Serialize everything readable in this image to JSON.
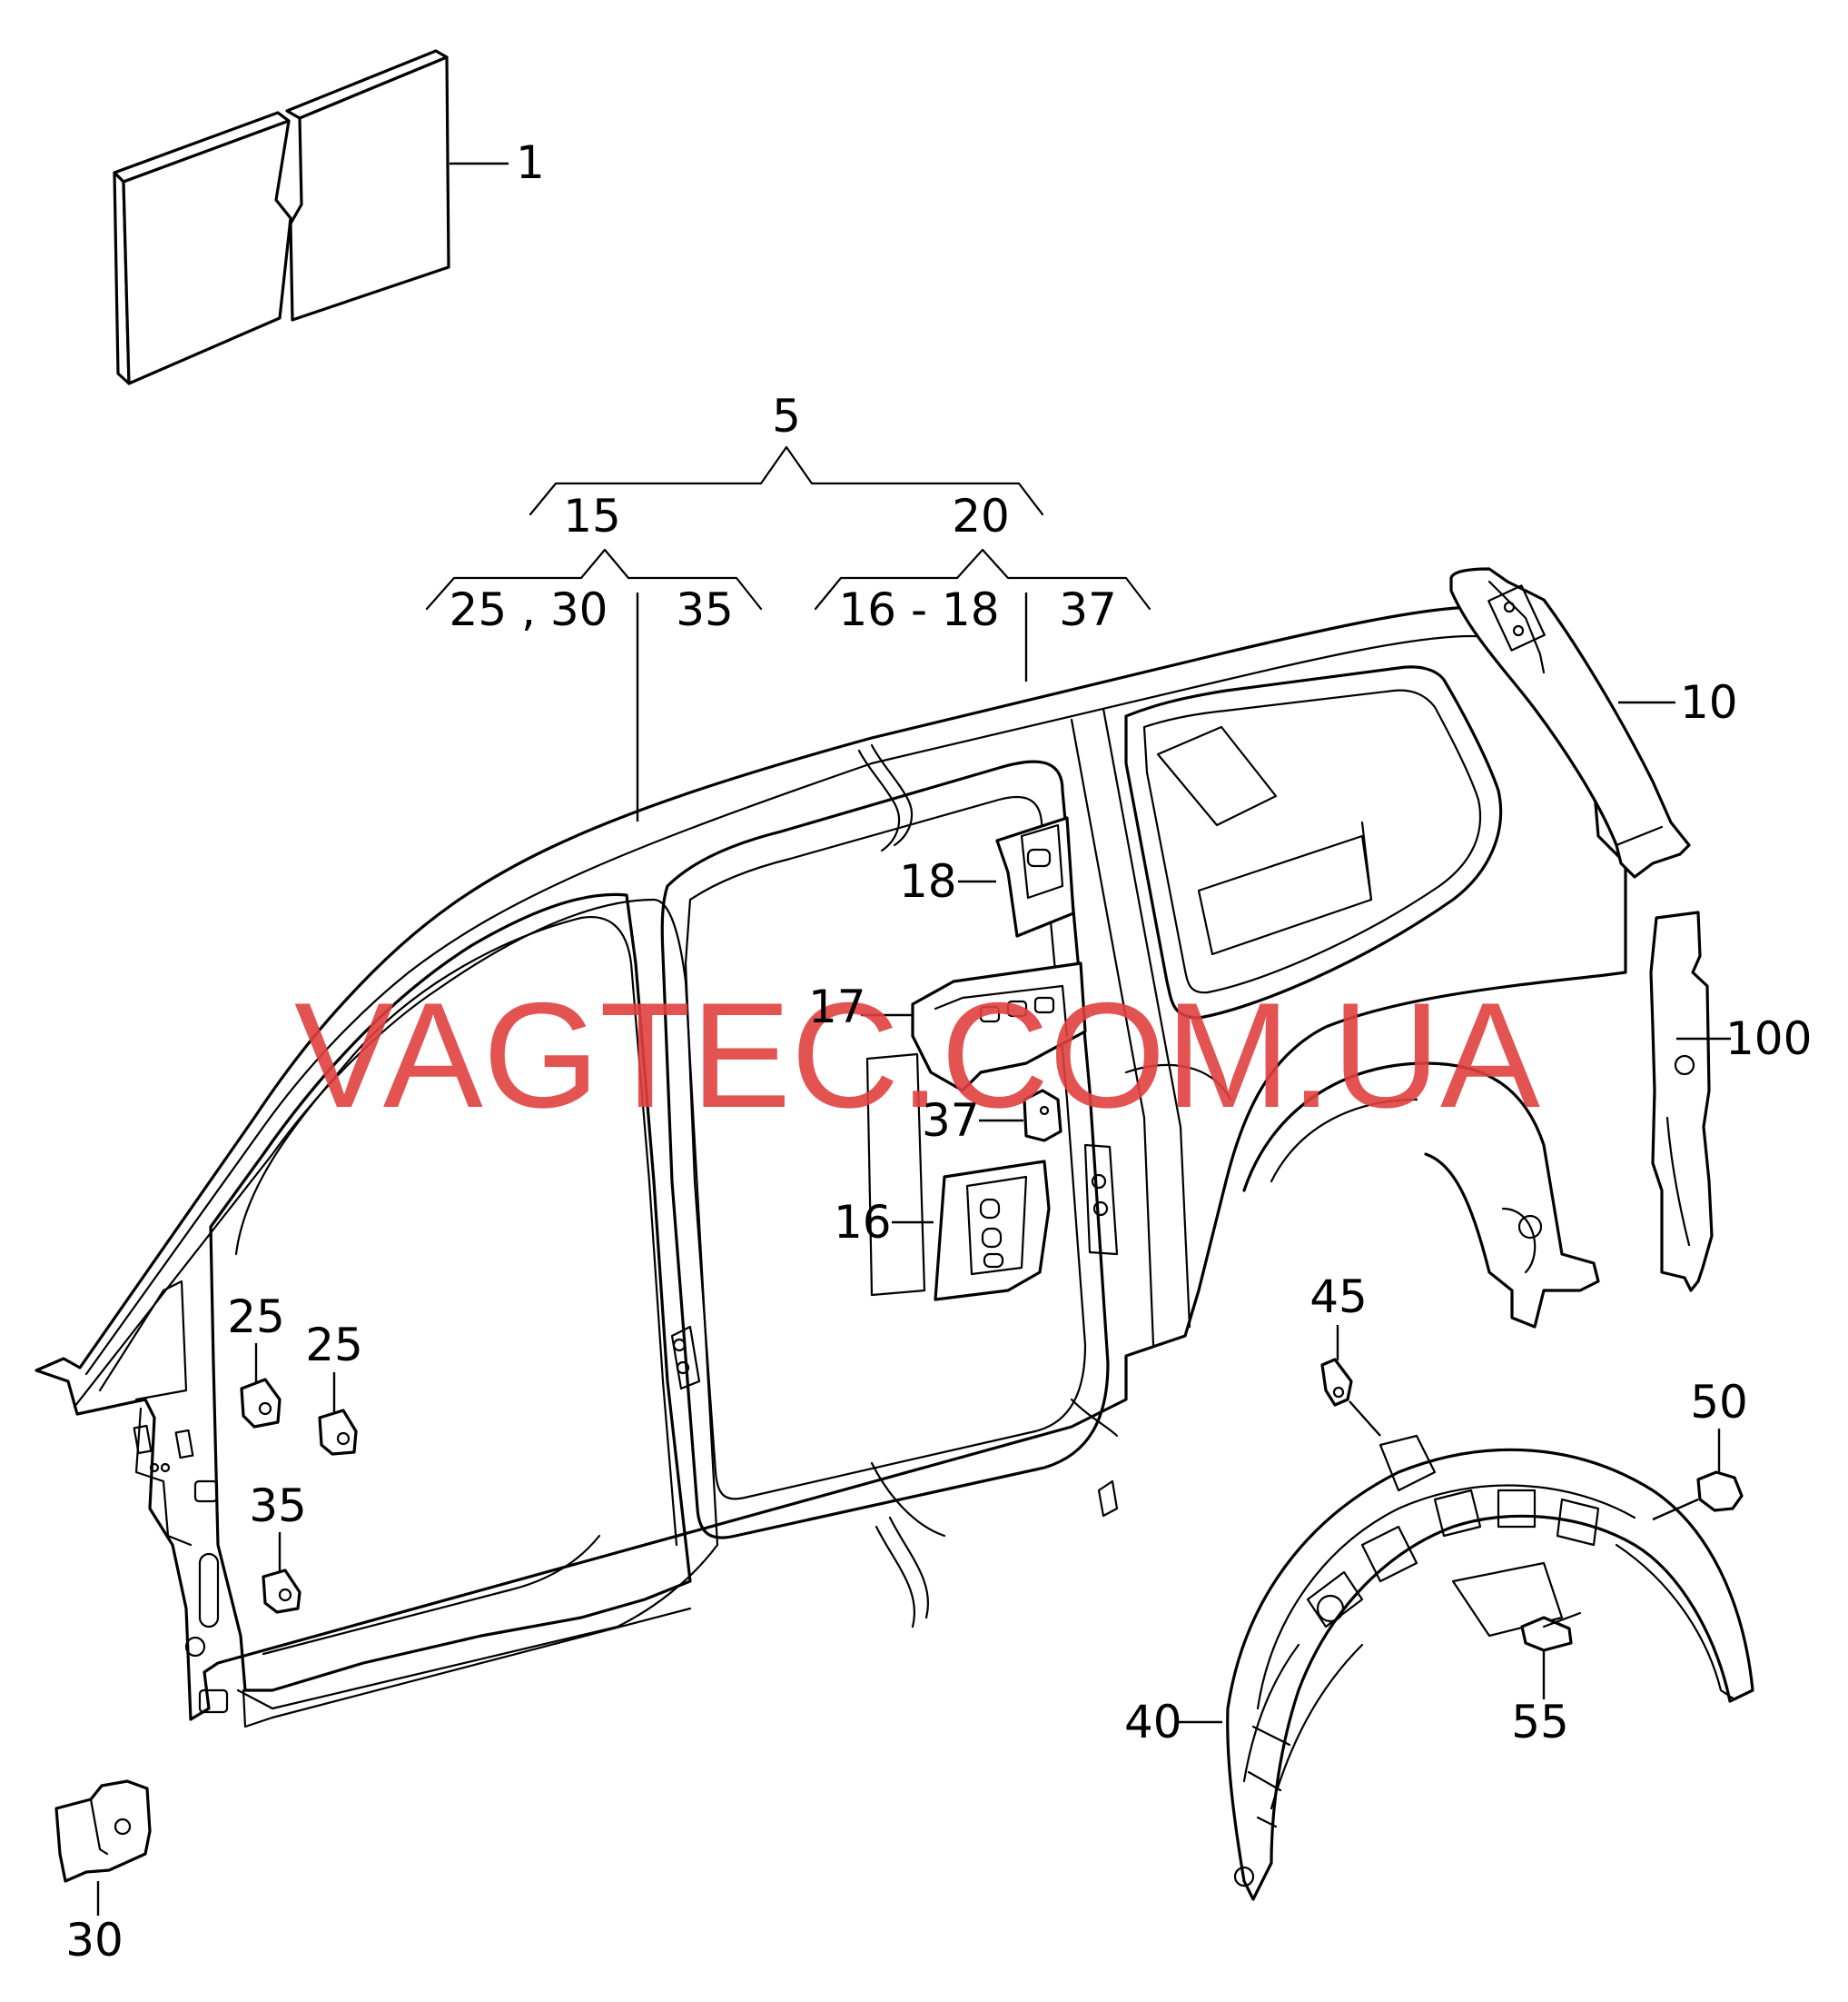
{
  "watermark": "VAGTEC.COM.UA",
  "labels": {
    "p1": "1",
    "p5": "5",
    "p10": "10",
    "p15": "15",
    "p20": "20",
    "p25_30": "25 , 30",
    "p35_top": "35",
    "p16_18": "16 - 18",
    "p37_top": "37",
    "p18": "18",
    "p17": "17",
    "p37": "37",
    "p16": "16",
    "p100": "100",
    "p45": "45",
    "p50": "50",
    "p55": "55",
    "p40": "40",
    "p25a": "25",
    "p25b": "25",
    "p35": "35",
    "p30": "30"
  }
}
